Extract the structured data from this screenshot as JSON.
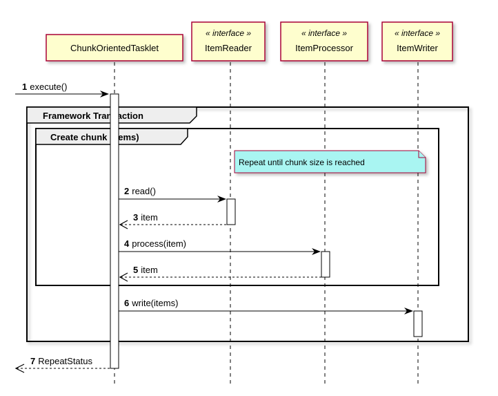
{
  "participants": [
    {
      "name": "ChunkOrientedTasklet",
      "stereotype": ""
    },
    {
      "name": "ItemReader",
      "stereotype": "« interface »"
    },
    {
      "name": "ItemProcessor",
      "stereotype": "« interface »"
    },
    {
      "name": "ItemWriter",
      "stereotype": "« interface »"
    }
  ],
  "groups": {
    "outer": "Framework Transaction",
    "inner": "Create chunk (items)"
  },
  "note": "Repeat until chunk size is reached",
  "messages": [
    {
      "num": "1",
      "label": "execute()"
    },
    {
      "num": "2",
      "label": "read()"
    },
    {
      "num": "3",
      "label": "item"
    },
    {
      "num": "4",
      "label": "process(item)"
    },
    {
      "num": "5",
      "label": "item"
    },
    {
      "num": "6",
      "label": "write(items)"
    },
    {
      "num": "7",
      "label": "RepeatStatus"
    }
  ],
  "colors": {
    "participant_fill": "#FEFECE",
    "participant_border": "#A80036",
    "note_fill": "#A9F5F2",
    "activation_fill": "#FFFFFF",
    "group_header_fill": "#EEEEEE"
  }
}
